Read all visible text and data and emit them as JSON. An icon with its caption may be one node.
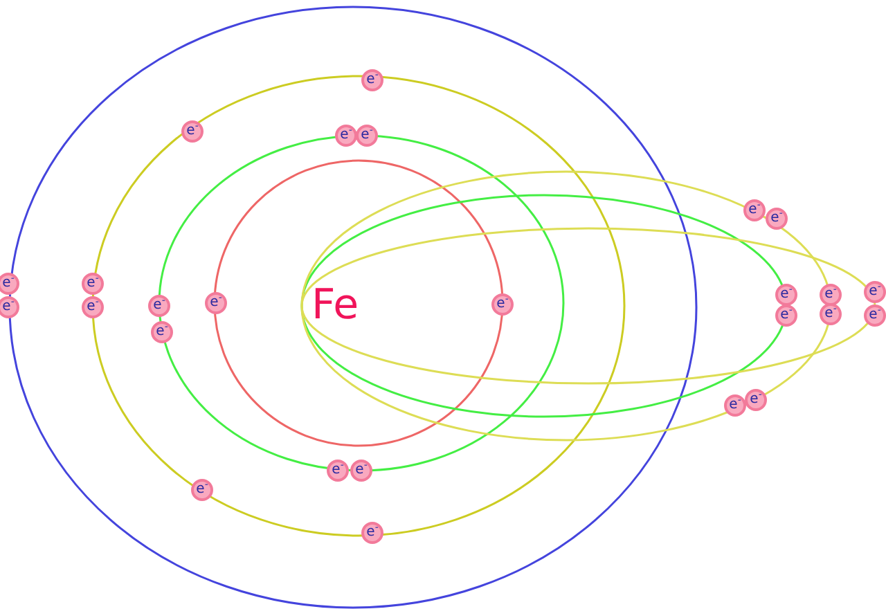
{
  "diagram": {
    "nodes": [
      {
        "text": [
          "e$^{-}$"
        ]
      },
      {
        "text": [
          "e$^{-}$"
        ]
      },
      {
        "text": [
          "e$^{-}$"
        ]
      },
      {
        "text": [
          "e$^{-}$"
        ]
      },
      {
        "text": [
          "e$^{-}$"
        ]
      },
      {
        "text": [
          "e$^{-}$"
        ]
      },
      {
        "text": [
          "e$^{-}$"
        ]
      },
      {
        "text": [
          "e$^{-}$"
        ]
      },
      {
        "text": [
          "e$^{-}$"
        ]
      },
      {
        "text": [
          "e$^{-}$"
        ]
      },
      {
        "text": [
          "e$^{-}$"
        ]
      },
      {
        "text": [
          "e$^{-}$"
        ]
      },
      {
        "text": [
          "e$^{-}$"
        ]
      },
      {
        "text": [
          "e$^{-}$"
        ]
      },
      {
        "text": [
          "e$^{-}$"
        ]
      },
      {
        "text": [
          "e$^{-}$"
        ]
      },
      {
        "text": [
          "e$^{-}$"
        ]
      },
      {
        "text": [
          "e$^{-}$"
        ]
      },
      {
        "text": [
          "e$^{-}$"
        ]
      },
      {
        "text": [
          "e$^{-}$"
        ]
      },
      {
        "text": [
          "e$^{-}$"
        ]
      },
      {
        "text": [
          "e$^{-}$"
        ]
      },
      {
        "text": [
          "e$^{-}$"
        ]
      },
      {
        "text": [
          "e$^{-}$"
        ]
      },
      {
        "text": [
          "e$^{-}$"
        ]
      },
      {
        "text": [
          "e$^{-}$"
        ]
      }
    ],
    "labels": [
      "Fe"
    ]
  }
}
